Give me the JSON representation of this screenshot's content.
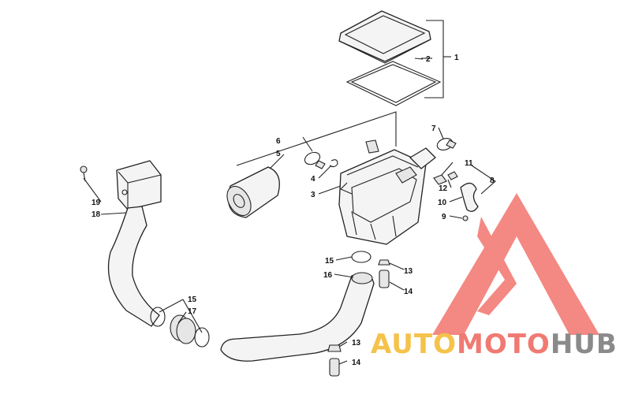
{
  "callouts": [
    "1",
    "2",
    "3",
    "4",
    "5",
    "6",
    "7",
    "8",
    "9",
    "10",
    "11",
    "12",
    "13",
    "14",
    "15",
    "16",
    "17",
    "18",
    "19",
    "15",
    "13",
    "14"
  ],
  "watermark": {
    "part1": "AUTO",
    "part2": "MOTO",
    "part3": "HUB",
    "colors": {
      "auto": "#f5c24a",
      "moto": "#f07a72",
      "hub": "#8a8a8a",
      "triangle": "#f26b63"
    }
  },
  "icons": [
    "logo-triangle-icon"
  ]
}
